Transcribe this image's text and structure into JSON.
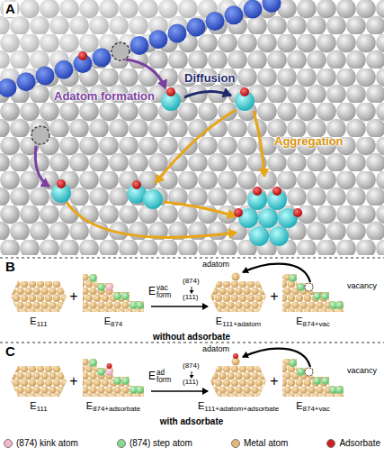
{
  "diagram": {
    "labels": [
      "A",
      "Adatom formation",
      "Diffusion",
      "Aggregation",
      "B",
      "E",
      "111",
      "+",
      "E",
      "874",
      "(874)",
      "(111)",
      "E",
      "vac",
      "form",
      "adatom",
      "E",
      "111+adatom",
      "+",
      "vacancy",
      "E",
      "874+vac",
      "without adsorbate",
      "C",
      "E",
      "111",
      "+",
      "E",
      "874+adsorbate",
      "(874)",
      "(111)",
      "E",
      "ad",
      "form",
      "adatom",
      "E",
      "111+adatom+adsorbate",
      "+",
      "vacancy",
      "E",
      "874+vac",
      "with adsorbate"
    ],
    "legend": [
      {
        "text": "(874) kink atom",
        "color": "#f3b6c6"
      },
      {
        "text": "(874) step atom",
        "color": "#86d98e"
      },
      {
        "text": "Metal atom",
        "color": "#e3b97a"
      },
      {
        "text": "Adsorbate",
        "color": "#cc1f1f"
      }
    ]
  }
}
